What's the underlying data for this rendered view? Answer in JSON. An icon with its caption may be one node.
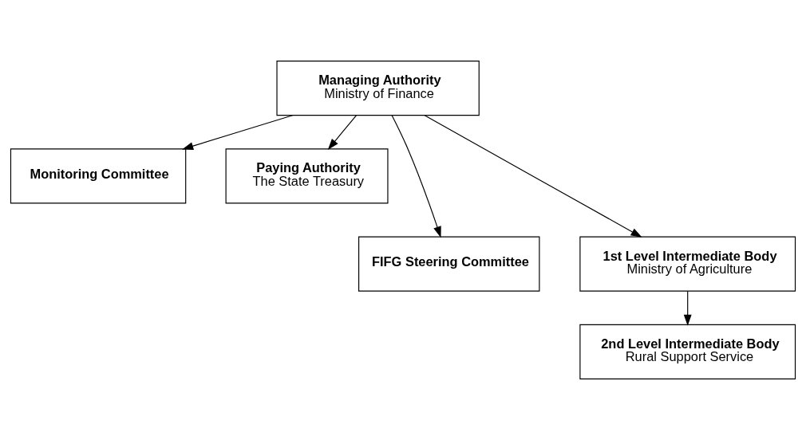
{
  "diagram": {
    "nodes": [
      {
        "text": [
          "Managing Authority",
          "Ministry of Finance"
        ]
      },
      {
        "text": [
          "Monitoring Committee"
        ]
      },
      {
        "text": [
          "Paying Authority",
          "The State Treasury"
        ]
      },
      {
        "text": [
          "FIFG Steering Committee"
        ]
      },
      {
        "text": [
          "1st Level Intermediate Body",
          "Ministry of Agriculture"
        ]
      },
      {
        "text": [
          "2nd Level Intermediate Body",
          "Rural Support Service"
        ]
      }
    ],
    "edges": [
      {
        "from": 0,
        "to": 1,
        "arrow": "to"
      },
      {
        "from": 0,
        "to": 3,
        "arrow": "to"
      },
      {
        "from": 0,
        "to": 4,
        "arrow": "to"
      },
      {
        "from": 0,
        "to": 2,
        "arrow": "to"
      },
      {
        "from": 4,
        "to": 5,
        "arrow": "to"
      }
    ]
  }
}
